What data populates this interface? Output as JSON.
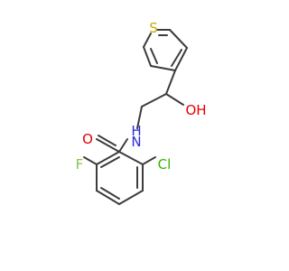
{
  "molecule": {
    "atoms": {
      "sulfur": {
        "label": "S",
        "color": "#c8a800"
      },
      "hydroxyl": {
        "label": "OH",
        "color": "#e60000"
      },
      "carbonyl_oxygen": {
        "label": "O",
        "color": "#e60000"
      },
      "amide_nitrogen": {
        "label": "N",
        "color": "#2a2ae0"
      },
      "amide_hydrogen": {
        "label": "H",
        "color": "#2a2ae0"
      },
      "fluorine": {
        "label": "F",
        "color": "#7dc850"
      },
      "chlorine": {
        "label": "Cl",
        "color": "#32b400"
      }
    },
    "bond_color": "#3c3c3c"
  }
}
